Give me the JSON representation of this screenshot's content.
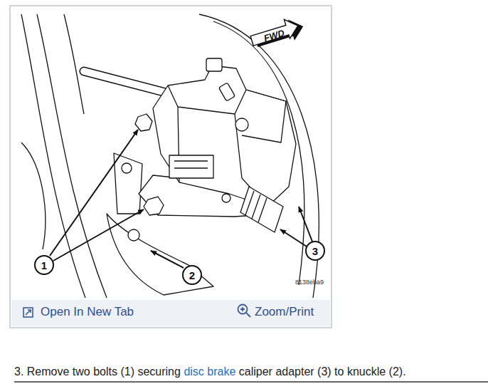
{
  "diagram": {
    "nodes": [
      {
        "text": [
          "FWD"
        ]
      },
      {
        "text": [
          "1"
        ]
      },
      {
        "text": [
          "2"
        ]
      },
      {
        "text": [
          "3"
        ]
      }
    ],
    "labels": [
      "8138eba9",
      "Open In New Tab",
      "Zoom/Print",
      "3. Remove two bolts (1) securing",
      "disc brake",
      "caliper adapter (3) to knuckle (2)."
    ]
  }
}
